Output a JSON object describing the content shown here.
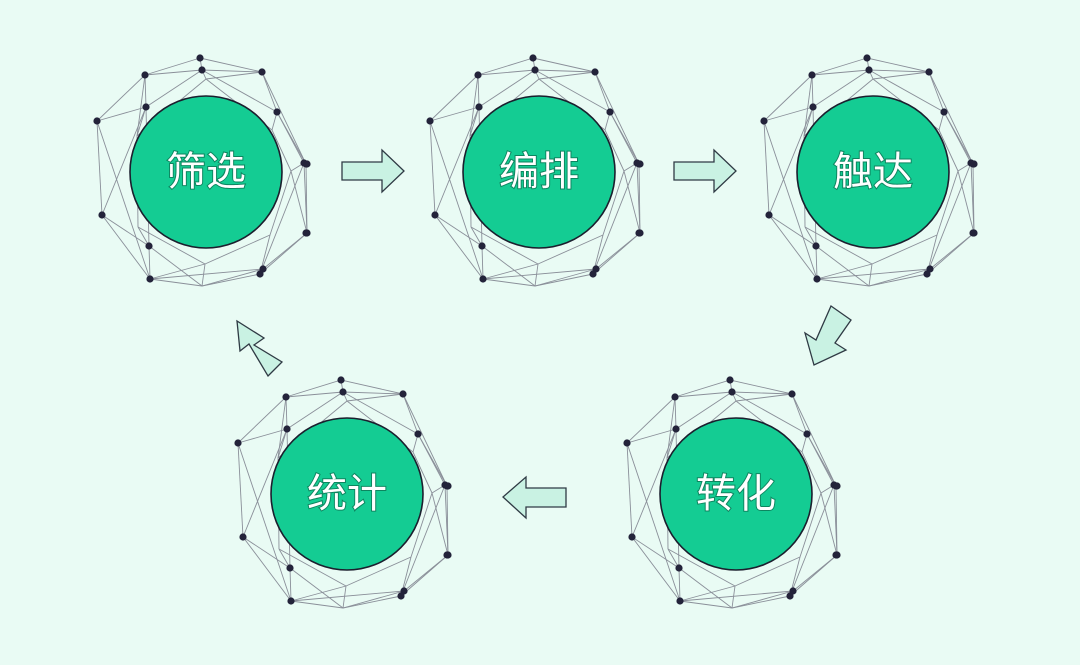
{
  "steps": [
    {
      "label": "筛选"
    },
    {
      "label": "编排"
    },
    {
      "label": "触达"
    },
    {
      "label": "转化"
    },
    {
      "label": "统计"
    }
  ],
  "colors": {
    "background": "#e9fbf4",
    "circle_fill": "#14cc93",
    "arrow_fill": "#c9f2e3",
    "node": "#23233a",
    "mesh_line": "#8a8f99"
  }
}
